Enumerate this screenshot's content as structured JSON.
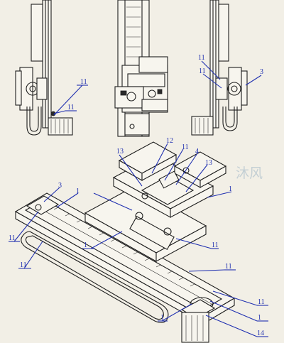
{
  "watermark": "沐风",
  "callouts": {
    "c1": "11",
    "c2": "11",
    "c3": "11",
    "c4": "11",
    "c5": "3",
    "c6": "13",
    "c7": "12",
    "c8": "11",
    "c9": "4",
    "c10": "13",
    "c11": "1",
    "c12": "3",
    "c13": "1",
    "c14": "11",
    "c15": "11",
    "c16": "1",
    "c17": "11",
    "c18": "11",
    "c19": "11",
    "c20": "1",
    "c21": "14"
  }
}
